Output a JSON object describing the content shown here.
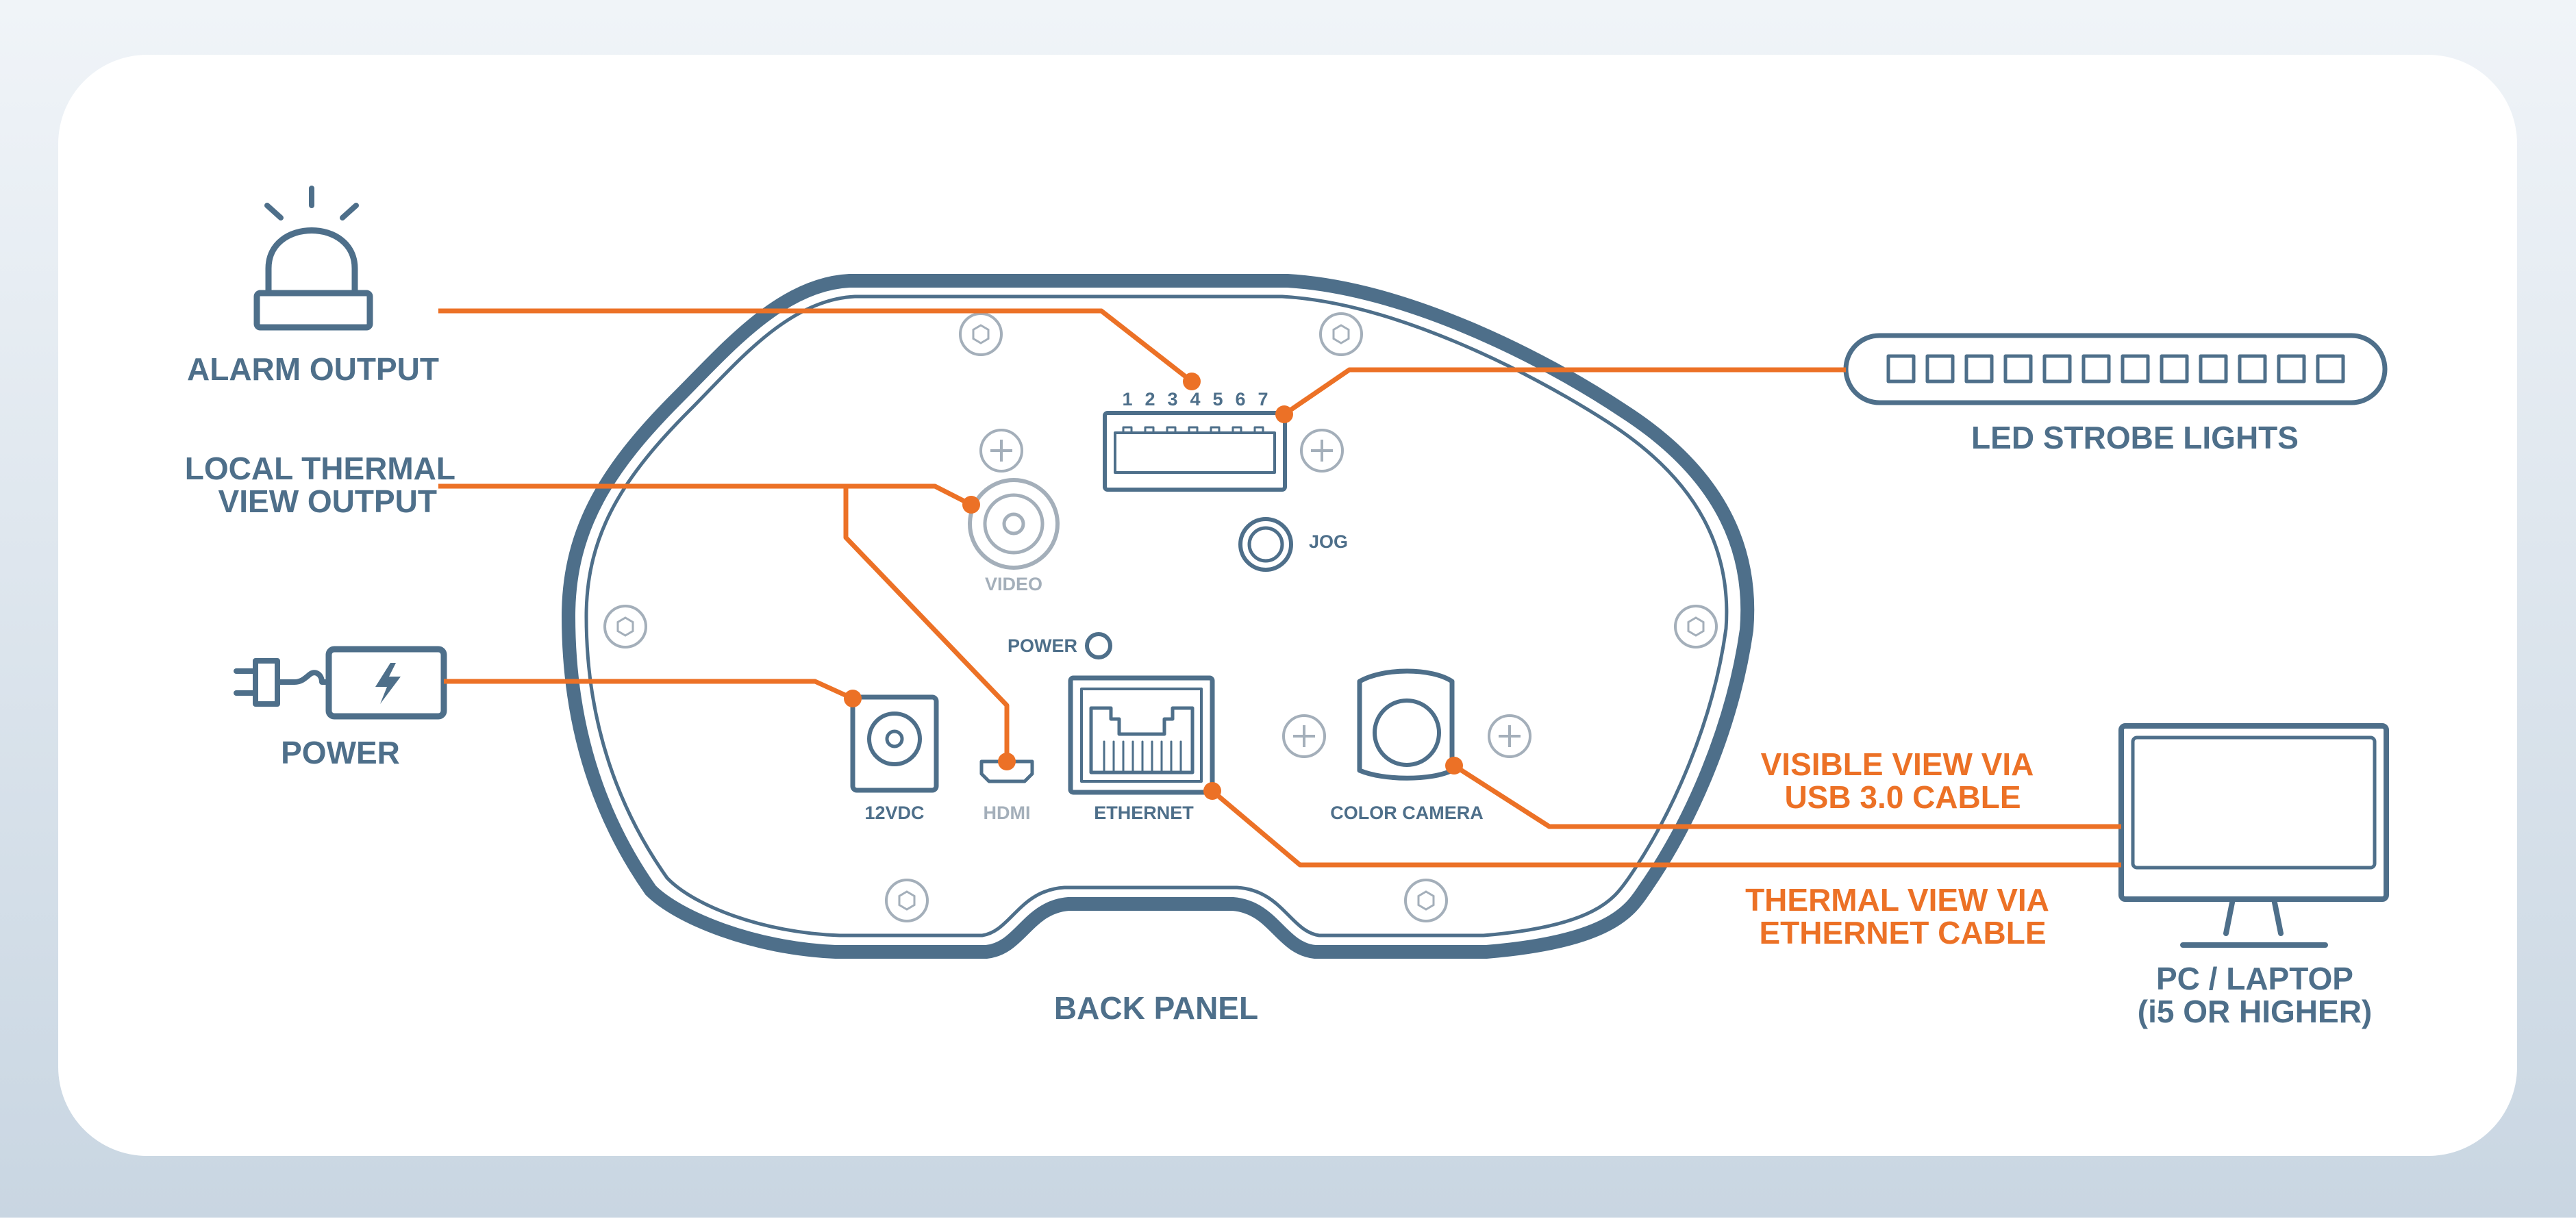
{
  "colors": {
    "ink": "#4e6f8a",
    "wire": "#ec7126",
    "muted": "#a4afba",
    "frame_top": "#f0f4f8",
    "frame_bottom": "#c9d6e2"
  },
  "labels": {
    "alarm_output": "ALARM OUTPUT",
    "local_thermal_1": "LOCAL THERMAL",
    "local_thermal_2": "VIEW OUTPUT",
    "power": "POWER",
    "led_strobe": "LED STROBE LIGHTS",
    "visible_view_1": "VISIBLE VIEW VIA",
    "visible_view_2": "USB 3.0 CABLE",
    "thermal_view_1": "THERMAL VIEW VIA",
    "thermal_view_2": "ETHERNET CABLE",
    "pc_1": "PC / LAPTOP",
    "pc_2": "(i5 OR HIGHER)",
    "back_panel": "BACK PANEL"
  },
  "panel": {
    "pins": [
      "1",
      "2",
      "3",
      "4",
      "5",
      "6",
      "7"
    ],
    "video": "VIDEO",
    "jog": "JOG",
    "power_led": "POWER",
    "dc_input": "12VDC",
    "hdmi": "HDMI",
    "ethernet": "ETHERNET",
    "color_camera": "COLOR CAMERA"
  },
  "icons": {
    "alarm": "alarm-beacon-icon",
    "power": "power-adapter-icon",
    "led": "led-strobe-bar-icon",
    "pc": "monitor-icon"
  }
}
